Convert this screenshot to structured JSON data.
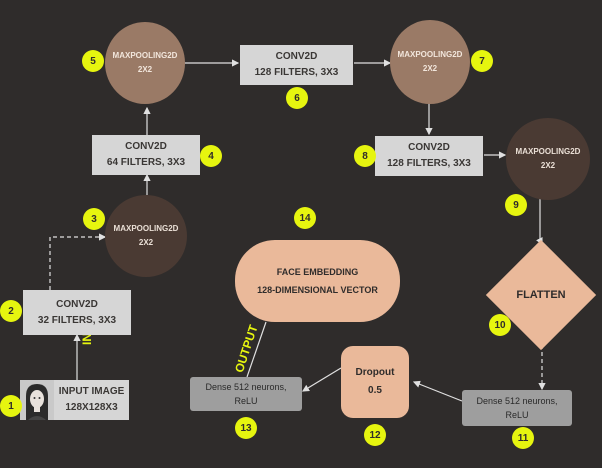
{
  "colors": {
    "background": "#2f2c2b",
    "badge": "#e6f50f",
    "box_light": "#d6d6d6",
    "pool_brown": "#9a7a66",
    "pool_dark": "#4a3a33",
    "peach": "#eab99a",
    "dense_gray": "#9e9e9e"
  },
  "nodes": {
    "input": {
      "line1": "INPUT IMAGE",
      "line2": "128X128X3",
      "badge": "1",
      "icon": "face-photo-icon"
    },
    "conv1": {
      "line1": "CONV2D",
      "line2": "32 FILTERS, 3X3",
      "badge": "2"
    },
    "pool1": {
      "line1": "MAXPOOLING2D",
      "line2": "2X2",
      "badge": "3"
    },
    "conv2": {
      "line1": "CONV2D",
      "line2": "64 FILTERS, 3X3",
      "badge": "4"
    },
    "pool2": {
      "line1": "MAXPOOLING2D",
      "line2": "2X2",
      "badge": "5"
    },
    "conv3": {
      "line1": "CONV2D",
      "line2": "128 FILTERS, 3X3",
      "badge": "6"
    },
    "pool3": {
      "line1": "MAXPOOLING2D",
      "line2": "2X2",
      "badge": "7"
    },
    "conv4": {
      "line1": "CONV2D",
      "line2": "128 FILTERS, 3X3",
      "badge": "8"
    },
    "pool4": {
      "line1": "MAXPOOLING2D",
      "line2": "2X2",
      "badge": "9"
    },
    "flatten": {
      "label": "FLATTEN",
      "badge": "10"
    },
    "dense1": {
      "line1": "Dense 512 neurons,",
      "line2": "ReLU",
      "badge": "11"
    },
    "dropout": {
      "line1": "Dropout",
      "line2": "0.5",
      "badge": "12"
    },
    "dense2": {
      "line1": "Dense 512 neurons,",
      "line2": "ReLU",
      "badge": "13"
    },
    "embedding": {
      "line1": "FACE EMBEDDING",
      "line2": "128-DIMENSIONAL VECTOR",
      "badge": "14"
    }
  },
  "labels": {
    "input": "INPUT",
    "output": "OUTPUT"
  }
}
